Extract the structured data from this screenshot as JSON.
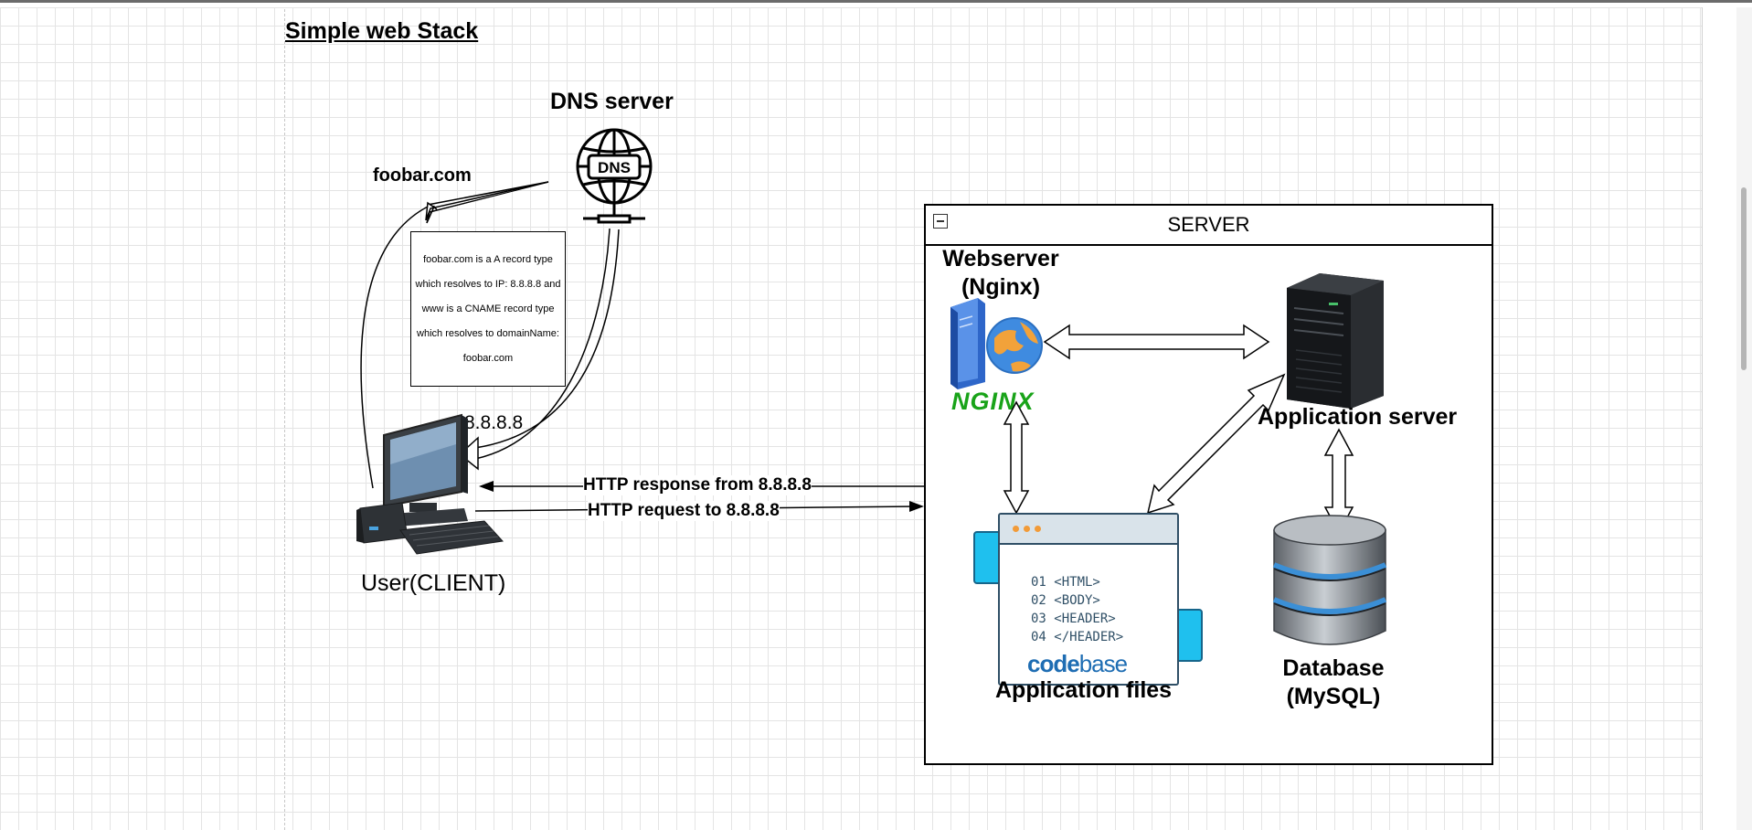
{
  "diagram": {
    "title": "Simple web Stack"
  },
  "dns": {
    "title": "DNS server",
    "icon_text": "DNS",
    "domain_label": "foobar.com",
    "note_lines": [
      "foobar.com is a A record type",
      "which resolves to IP: 8.8.8.8 and",
      "www is a CNAME record type",
      "which resolves to domainName:",
      "foobar.com"
    ],
    "resolved_ip": "8.8.8.8"
  },
  "client": {
    "label": "User(CLIENT)",
    "http_response": "HTTP response from 8.8.8.8",
    "http_request": "HTTP request to 8.8.8.8"
  },
  "server": {
    "title": "SERVER",
    "webserver_label": "Webserver (Nginx)",
    "nginx_logo": "NGINX",
    "appserver_label": "Application server",
    "appfiles_label": "Application files",
    "database_label": "Database (MySQL)",
    "code_lines": [
      "01 <HTML>",
      "02 <BODY>",
      "03 <HEADER>",
      "04 </HEADER>"
    ],
    "codebase_logo_bold": "code",
    "codebase_logo_light": "base"
  },
  "colors": {
    "grid": "#e4e4e4",
    "nginx_green": "#19a319",
    "codebase_blue": "#1e6db3",
    "file_tab_cyan": "#1fc0ee",
    "db_blue": "#3b8fd6"
  }
}
